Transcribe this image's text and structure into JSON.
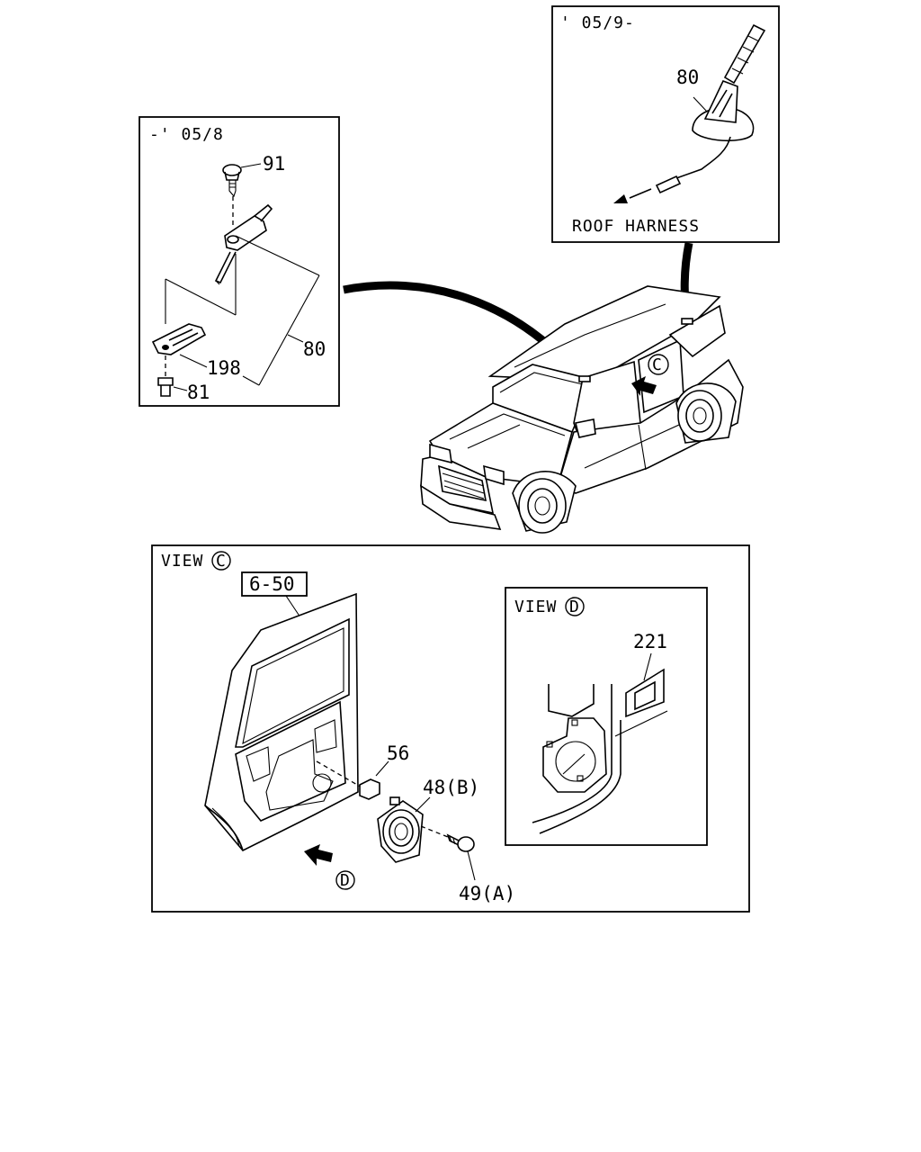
{
  "inset_early": {
    "period_label": "-' 05/8",
    "callouts": {
      "screw": "91",
      "antenna": "80",
      "bracket": "198",
      "bolt": "81"
    }
  },
  "inset_late": {
    "period_label": "' 05/9-",
    "callouts": {
      "antenna": "80"
    },
    "harness_label": "ROOF  HARNESS"
  },
  "vehicle": {
    "view_marker": "C"
  },
  "view_c": {
    "title": "VIEW",
    "marker": "C",
    "ref_box": "6-50",
    "callouts": {
      "clip": "56",
      "speaker": "48(B)",
      "screw": "49(A)"
    },
    "view_d_marker": "D"
  },
  "view_d": {
    "title": "VIEW",
    "marker": "D",
    "callouts": {
      "label_part": "221"
    }
  }
}
